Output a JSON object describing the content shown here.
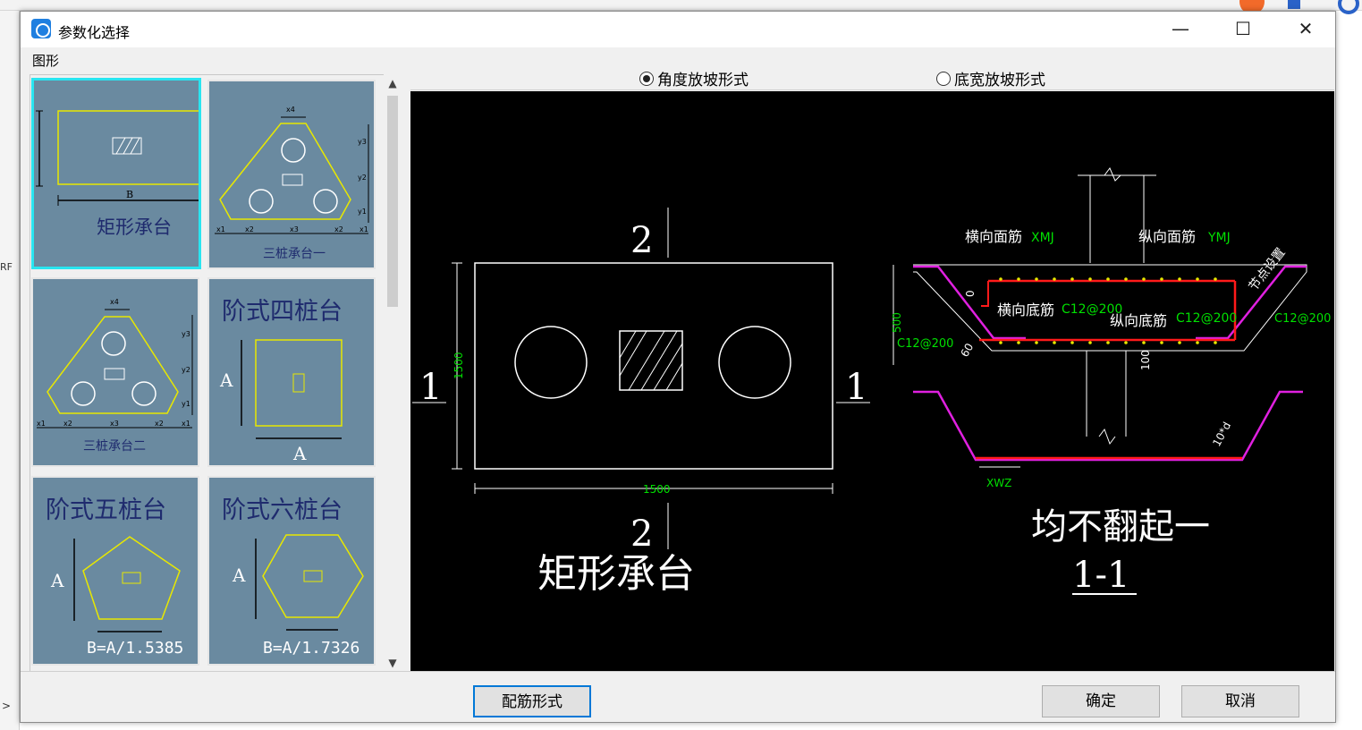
{
  "background": {
    "left_text": "RF",
    "left_arrow": ">"
  },
  "dialog": {
    "title": "参数化选择",
    "window_buttons": {
      "minimize": "—",
      "maximize": "☐",
      "close": "✕"
    },
    "shapes_label": "图形"
  },
  "thumbnails": [
    {
      "label": "矩形承台",
      "selected": true,
      "dim_b": "B"
    },
    {
      "label": "三桩承台一",
      "selected": false,
      "dims": [
        "x4",
        "y3",
        "y2",
        "y1",
        "x1",
        "x2",
        "x3",
        "x2",
        "x1"
      ]
    },
    {
      "label": "三桩承台二",
      "selected": false,
      "dims": [
        "x4",
        "y3",
        "y2",
        "y1",
        "x1",
        "x2",
        "x3",
        "x2",
        "x1"
      ]
    },
    {
      "label": "阶式四桩台",
      "selected": false,
      "dim_a": "A"
    },
    {
      "label": "阶式五桩台",
      "selected": false,
      "formula": "B=A/1.5385",
      "dim_a": "A"
    },
    {
      "label": "阶式六桩台",
      "selected": false,
      "formula": "B=A/1.7326",
      "dim_a": "A"
    }
  ],
  "radios": [
    {
      "label": "角度放坡形式",
      "checked": true
    },
    {
      "label": "底宽放坡形式",
      "checked": false
    }
  ],
  "drawing": {
    "plan": {
      "title": "矩形承台",
      "section_top": "2",
      "section_bottom": "2",
      "section_left": "1",
      "section_right": "1",
      "width": "1500",
      "height": "1500"
    },
    "section": {
      "title_note": "均不翻起一",
      "section_name": "1-1",
      "labels": {
        "top_transverse": "横向面筋",
        "top_transverse_code": "XMJ",
        "top_longitudinal": "纵向面筋",
        "top_longitudinal_code": "YMJ",
        "bottom_transverse": "横向底筋",
        "bottom_transverse_spec": "C12@200",
        "bottom_longitudinal": "纵向底筋",
        "bottom_longitudinal_spec": "C12@200",
        "side_left_spec": "C12@200",
        "side_right_spec": "C12@200",
        "slope_note": "节点设置",
        "height": "500",
        "zero": "0",
        "angle": "60",
        "hundred": "100",
        "anchor": "10*d",
        "xwz": "XWZ"
      }
    }
  },
  "buttons": {
    "rebar_form": "配筋形式",
    "ok": "确定",
    "cancel": "取消"
  },
  "colors": {
    "thumb_bg": "#6a8aa0",
    "thumb_selected": "#29e5f0",
    "cad_bg": "#000000",
    "rebar_red": "#ff1a1a",
    "rebar_magenta": "#e020e0",
    "dim_green": "#00e000",
    "rebar_yellow": "#e8e800"
  }
}
